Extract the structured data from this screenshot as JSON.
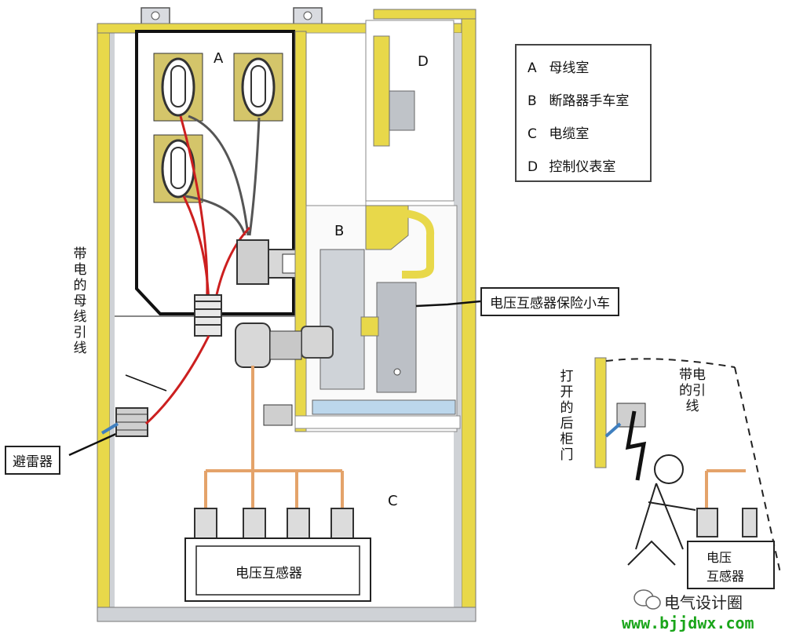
{
  "compartment_labels": {
    "a": "A",
    "b": "B",
    "c": "C",
    "d": "D"
  },
  "legend": [
    {
      "key": "A",
      "text": "母线室"
    },
    {
      "key": "B",
      "text": "断路器手车室"
    },
    {
      "key": "C",
      "text": "电缆室"
    },
    {
      "key": "D",
      "text": "控制仪表室"
    }
  ],
  "callouts": {
    "pt_fuse_truck": "电压互感器保险小车",
    "arrester": "避雷器",
    "live_busbar_lead": "带电的母线引线",
    "pt_main": "电压互感器",
    "open_rear_door": "打开的后柜门",
    "live_lead_inset": "带电的引线",
    "pt_inset_line1": "电压",
    "pt_inset_line2": "互感器"
  },
  "watermark": {
    "name": "电气设计圈",
    "url": "www.bjjdwx.com"
  },
  "colors": {
    "frame_yellow": "#e8d84a",
    "panel_gray": "#cfd2d6",
    "live_red": "#cc1f1f",
    "orange_lead": "#e4a36a",
    "blue_lead": "#3f7fbf",
    "watermark_green": "#1aa51a"
  }
}
